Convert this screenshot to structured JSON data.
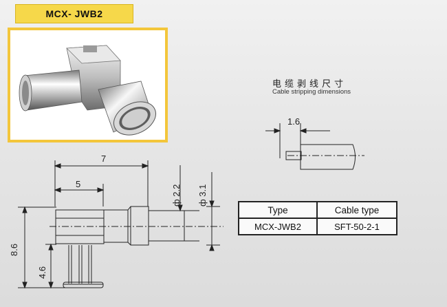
{
  "title": "MCX- JWB2",
  "cable_stripping": {
    "label_cn": "电缆剥线尺寸",
    "label_en": "Cable stripping dimensions",
    "dimension": "1.6"
  },
  "dimensions": {
    "overall_length": "7",
    "body_length": "5",
    "inner_dia": "ф 2.2",
    "outer_dia": "ф 3.1",
    "total_height": "8.6",
    "pin_height": "4.6"
  },
  "table": {
    "headers": [
      "Type",
      "Cable type"
    ],
    "rows": [
      [
        "MCX-JWB2",
        "SFT-50-2-1"
      ]
    ]
  },
  "colors": {
    "title_bg": "#f6d84a",
    "photo_frame": "#f3c63b",
    "line": "#222222"
  }
}
